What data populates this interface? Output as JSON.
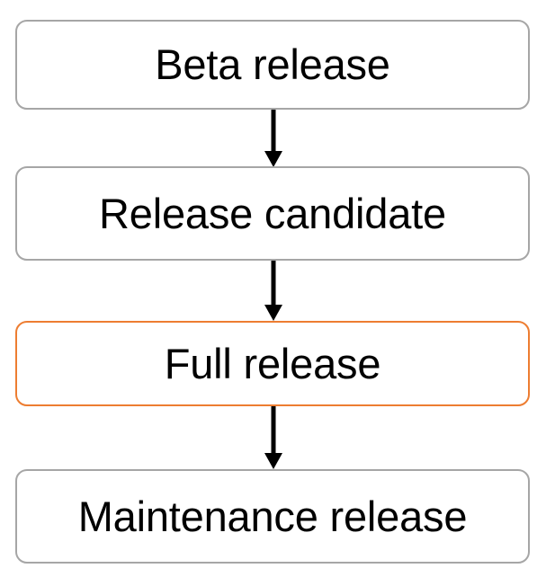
{
  "diagram": {
    "type": "flowchart",
    "orientation": "vertical-top-to-bottom",
    "background_color": "#FFFFFF",
    "colors": {
      "node_border_default": "#A6A6A6",
      "node_border_highlight": "#ED7D31",
      "node_fill": "#FFFFFF",
      "text": "#000000",
      "arrow": "#000000"
    },
    "nodes": [
      {
        "id": "beta-release",
        "label": "Beta release",
        "border_color": "#A6A6A6",
        "highlighted": "false",
        "order": "1"
      },
      {
        "id": "release-candidate",
        "label": "Release candidate",
        "border_color": "#A6A6A6",
        "highlighted": "false",
        "order": "2"
      },
      {
        "id": "full-release",
        "label": "Full release",
        "border_color": "#ED7D31",
        "highlighted": "true",
        "order": "3"
      },
      {
        "id": "maintenance-release",
        "label": "Maintenance release",
        "border_color": "#A6A6A6",
        "highlighted": "false",
        "order": "4"
      }
    ],
    "edges": [
      {
        "id": "beta-to-rc",
        "from": "beta-release",
        "to": "release-candidate",
        "style": "solid-arrow-down"
      },
      {
        "id": "rc-to-full",
        "from": "release-candidate",
        "to": "full-release",
        "style": "solid-arrow-down"
      },
      {
        "id": "full-to-maint",
        "from": "full-release",
        "to": "maintenance-release",
        "style": "solid-arrow-down"
      }
    ]
  }
}
